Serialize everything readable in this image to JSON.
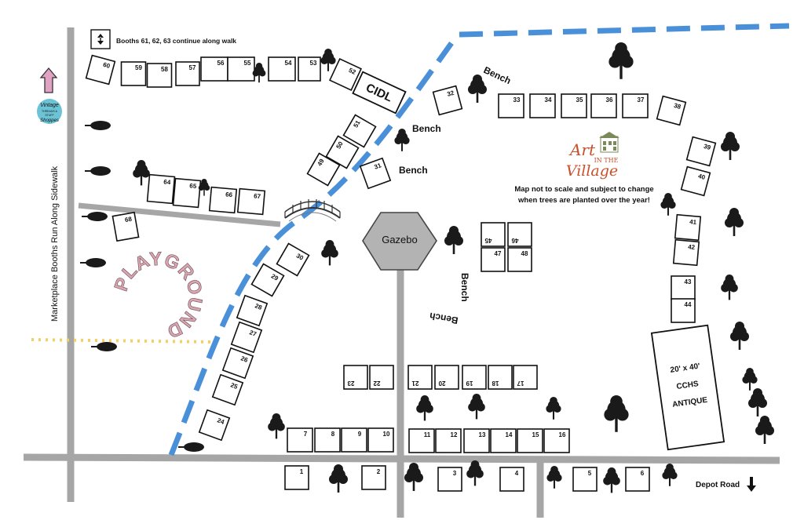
{
  "notes": {
    "continue": "Booths 61, 62, 63 continue along walk",
    "marketplace": "Marketplace Booths Run Along Sidewalk",
    "disclaimer_line1": "Map not to scale and subject to change",
    "disclaimer_line2": "when trees are planted over the year!",
    "depot": "Depot Road"
  },
  "logos": {
    "art_word": "Art",
    "in_the": "IN THE",
    "village_word": "Village",
    "vintage_line1": "Vintage",
    "vintage_line2": "THREADS &",
    "vintage_line3": "STUFF",
    "vintage_line4": "Shoppes"
  },
  "features": {
    "cidl": "CIDL",
    "gazebo": "Gazebo",
    "playground": "PLAYGROUND",
    "antique_line1": "20' x 40'",
    "antique_line2": "CCHS",
    "antique_line3": "ANTIQUE"
  },
  "benches": [
    "Bench",
    "Bench",
    "Bench",
    "Bench",
    "Bench"
  ],
  "booths": [
    {
      "n": "60"
    },
    {
      "n": "59"
    },
    {
      "n": "58"
    },
    {
      "n": "57"
    },
    {
      "n": "56"
    },
    {
      "n": "55"
    },
    {
      "n": "54"
    },
    {
      "n": "53"
    },
    {
      "n": "52"
    },
    {
      "n": "32"
    },
    {
      "n": "33"
    },
    {
      "n": "34"
    },
    {
      "n": "35"
    },
    {
      "n": "36"
    },
    {
      "n": "37"
    },
    {
      "n": "38"
    },
    {
      "n": "51"
    },
    {
      "n": "50"
    },
    {
      "n": "49"
    },
    {
      "n": "31"
    },
    {
      "n": "64"
    },
    {
      "n": "65"
    },
    {
      "n": "66"
    },
    {
      "n": "67"
    },
    {
      "n": "68"
    },
    {
      "n": "39"
    },
    {
      "n": "40"
    },
    {
      "n": "41"
    },
    {
      "n": "42"
    },
    {
      "n": "43"
    },
    {
      "n": "44"
    },
    {
      "n": "45"
    },
    {
      "n": "46"
    },
    {
      "n": "47"
    },
    {
      "n": "48"
    },
    {
      "n": "30"
    },
    {
      "n": "29"
    },
    {
      "n": "28"
    },
    {
      "n": "27"
    },
    {
      "n": "26"
    },
    {
      "n": "25"
    },
    {
      "n": "24"
    },
    {
      "n": "23"
    },
    {
      "n": "22"
    },
    {
      "n": "21"
    },
    {
      "n": "20"
    },
    {
      "n": "19"
    },
    {
      "n": "18"
    },
    {
      "n": "17"
    },
    {
      "n": "7"
    },
    {
      "n": "8"
    },
    {
      "n": "9"
    },
    {
      "n": "10"
    },
    {
      "n": "11"
    },
    {
      "n": "12"
    },
    {
      "n": "13"
    },
    {
      "n": "14"
    },
    {
      "n": "15"
    },
    {
      "n": "16"
    },
    {
      "n": "1"
    },
    {
      "n": "2"
    },
    {
      "n": "3"
    },
    {
      "n": "4"
    },
    {
      "n": "5"
    },
    {
      "n": "6"
    }
  ],
  "colors": {
    "road": "#a6a6a6",
    "walk_path": "#4a90d9",
    "playground": "#d9a7b1",
    "arrow_up": "#e0a3c4",
    "disclaimer": "#e02020",
    "art_logo": "#c8502a",
    "sidewalk_dots": "#f2d064"
  },
  "icons": [
    "tree-icon",
    "up-arrow-icon",
    "down-arrow-icon",
    "updown-arrow-icon",
    "footbridge-icon"
  ]
}
